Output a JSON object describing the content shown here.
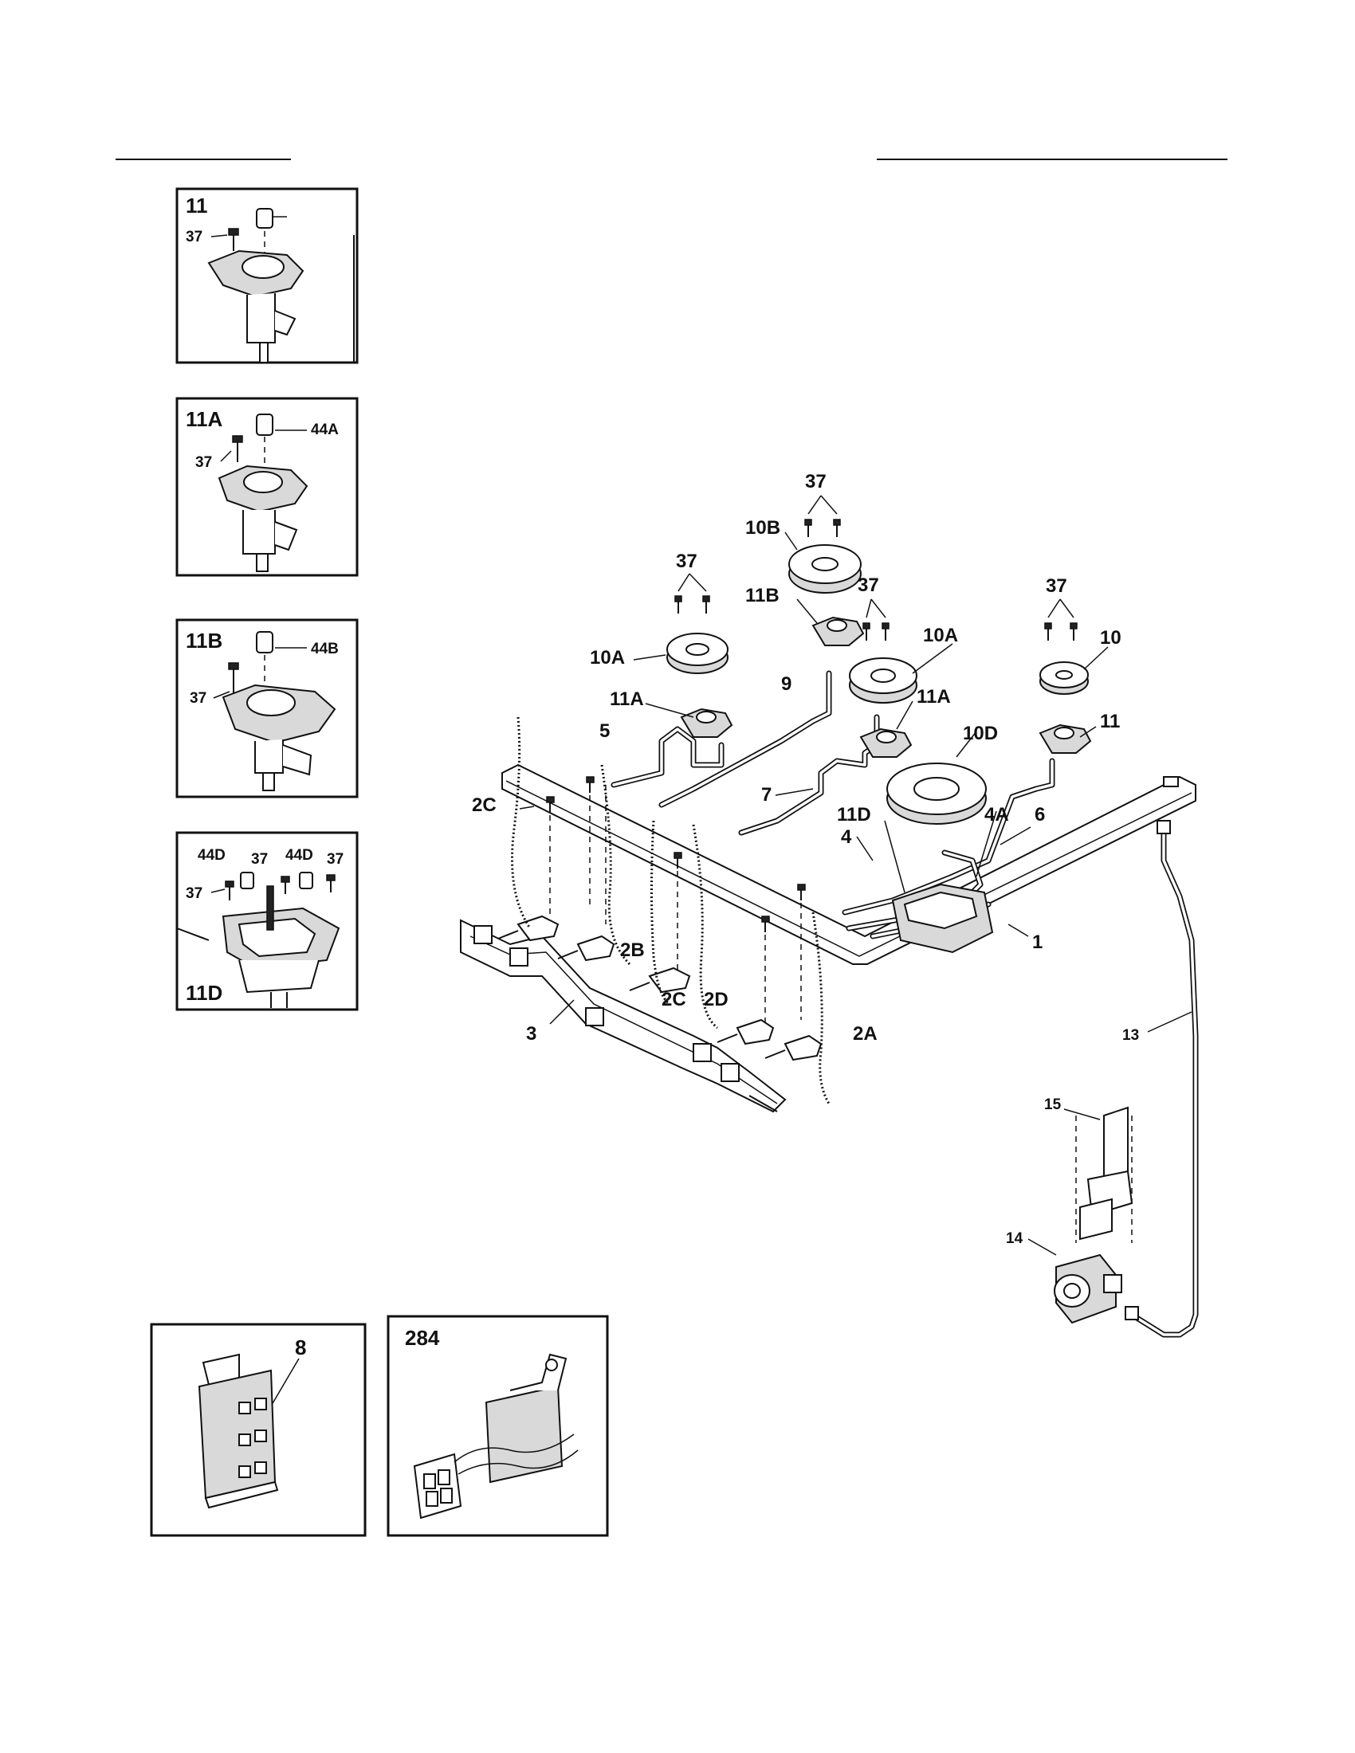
{
  "insets": {
    "inset_11": {
      "title": "11",
      "callouts": [
        "37"
      ]
    },
    "inset_11a": {
      "title": "11A",
      "callouts": [
        "44A",
        "37"
      ]
    },
    "inset_11b": {
      "title": "11B",
      "callouts": [
        "44B",
        "37"
      ]
    },
    "inset_11d": {
      "title": "11D",
      "callouts": [
        "44D",
        "37",
        "44D",
        "37",
        "37"
      ]
    },
    "inset_8": {
      "callouts": [
        "8"
      ]
    },
    "inset_284": {
      "title": "284"
    }
  },
  "main_labels": {
    "screws_10b": "37",
    "burner_10b": "10B",
    "screws_10a_left": "37",
    "valve_11b": "11B",
    "screws_10a_right": "37",
    "screws_10": "37",
    "burner_10": "10",
    "burner_10a_left": "10A",
    "burner_10a_right": "10A",
    "tube_9": "9",
    "valve_11a_left": "11A",
    "valve_11a_right": "11A",
    "valve_11": "11",
    "tube_5": "5",
    "burner_10d": "10D",
    "tube_7": "7",
    "valve_11d": "11D",
    "tube_4a": "4A",
    "tube_6": "6",
    "harness_2c_left": "2C",
    "tube_4": "4",
    "manifold_1": "1",
    "harness_2b": "2B",
    "harness_2c_mid": "2C",
    "harness_2d": "2D",
    "harness_2a": "2A",
    "bracket_3": "3",
    "tube_13": "13",
    "bracket_15": "15",
    "regulator_14": "14"
  }
}
